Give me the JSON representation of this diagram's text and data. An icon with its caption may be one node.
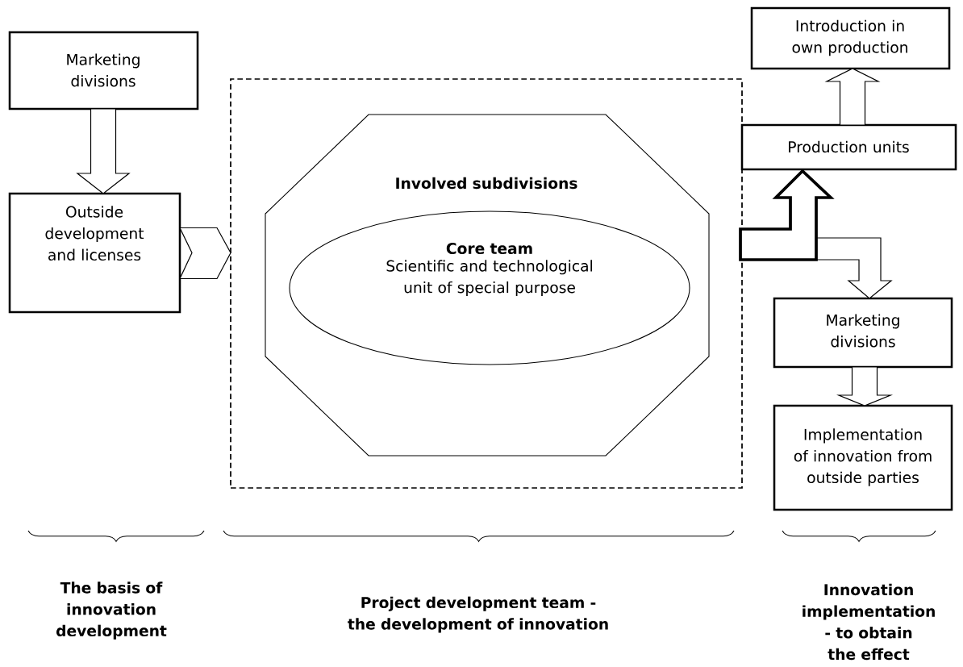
{
  "diagram": {
    "nodes": [
      {
        "text": [
          "Marketing divisions"
        ]
      },
      {
        "text": [
          "Outside development and licenses"
        ]
      },
      {
        "text": [],
        "shape": "box"
      },
      {
        "text": [
          "Involved subdivisions"
        ],
        "in": 2
      },
      {
        "text": [
          "Core team",
          "Scientific and technological unit of special purpose"
        ],
        "in": 3
      },
      {
        "text": [
          "Introduction in own production"
        ]
      },
      {
        "text": [
          "Production units"
        ]
      },
      {
        "text": [
          "Marketing divisions"
        ]
      },
      {
        "text": [
          "Implementation of innovation from outside parties"
        ]
      }
    ],
    "edges": [
      {
        "from": 0,
        "to": 1,
        "arrow": "to"
      },
      {
        "from": 1,
        "to": 2,
        "arrow": "to"
      },
      {
        "from": 2,
        "to": 6,
        "arrow": "to",
        "style": "thick"
      },
      {
        "from": 2,
        "to": 7,
        "arrow": "to"
      },
      {
        "from": 6,
        "to": 5,
        "arrow": "to"
      },
      {
        "from": 7,
        "to": 8,
        "arrow": "to"
      }
    ],
    "labels": [
      "The basis of innovation development",
      "Project development team - the development of innovation",
      "Innovation implementation - to obtain the effect"
    ]
  }
}
